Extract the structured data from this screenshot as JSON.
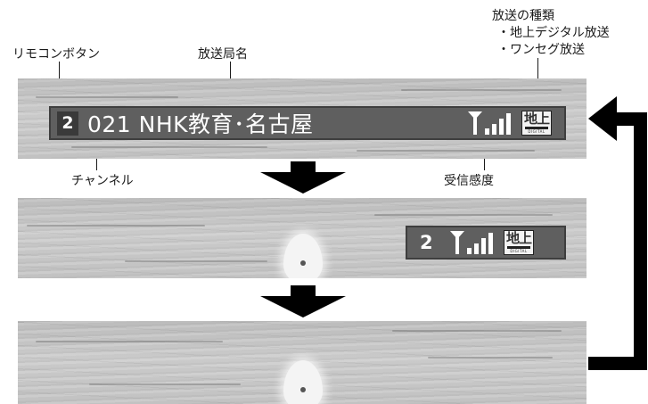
{
  "labels": {
    "remote_button": "リモコンボタン",
    "station_name": "放送局名",
    "broadcast_type_title": "放送の種類",
    "broadcast_type_items": [
      "・地上デジタル放送",
      "・ワンセグ放送"
    ],
    "channel": "チャンネル",
    "reception": "受信感度"
  },
  "screen1": {
    "remote_number": "2",
    "station": "021 NHK教育･名古屋",
    "signal_level": 4
  },
  "screen2": {
    "remote_number": "2",
    "signal_level": 4
  },
  "digital_icon": {
    "glyph": "地上",
    "small_text": "DIGITAL"
  },
  "colors": {
    "osd_background": "#5f5f5f",
    "remote_box": "#3a3a3a",
    "arrows": "#000000"
  }
}
